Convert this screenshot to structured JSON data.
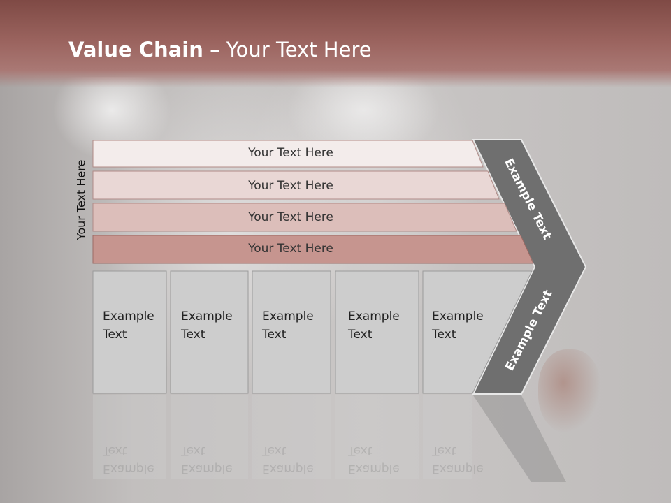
{
  "title": {
    "bold": "Value Chain",
    "rest": " – Your Text Here"
  },
  "side_label": "Your Text Here",
  "rows": [
    {
      "label": "Your Text Here",
      "fill": "#f3eceb"
    },
    {
      "label": "Your Text Here",
      "fill": "#e9d7d5"
    },
    {
      "label": "Your Text Here",
      "fill": "#dcbeba"
    },
    {
      "label": "Your Text Here",
      "fill": "#c6958f"
    }
  ],
  "columns": [
    {
      "line1": "Example",
      "line2": "Text"
    },
    {
      "line1": "Example",
      "line2": "Text"
    },
    {
      "line1": "Example",
      "line2": "Text"
    },
    {
      "line1": "Example",
      "line2": "Text"
    },
    {
      "line1": "Example",
      "line2": "Text"
    }
  ],
  "chevron": {
    "upper": "Example Text",
    "lower": "Example Text",
    "color": "#6f6f6f"
  }
}
